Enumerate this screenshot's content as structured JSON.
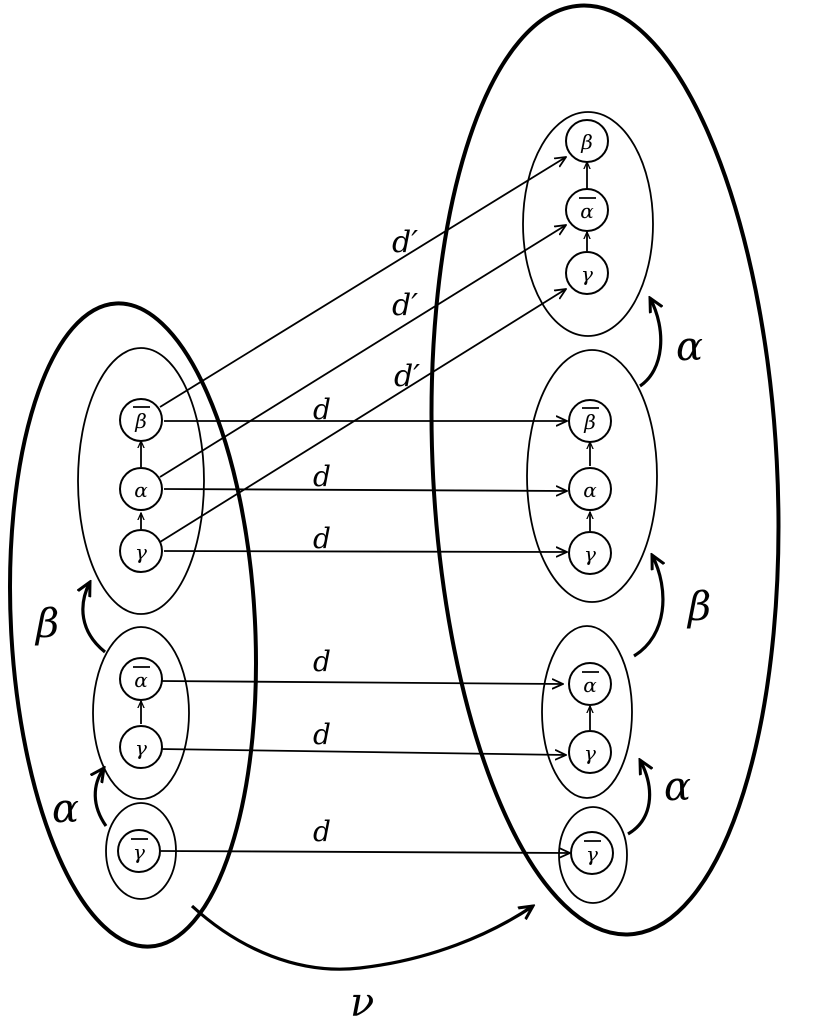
{
  "nodes": {
    "l_top_beta_bar": "β",
    "l_top_alpha": "α",
    "l_top_gamma": "γ",
    "l_mid_alpha_bar": "α",
    "l_mid_gamma": "γ",
    "l_bot_gamma_bar": "γ",
    "r_top_beta": "β",
    "r_top_alpha_bar": "α",
    "r_top_gamma": "γ",
    "r_mid_beta_bar": "β",
    "r_mid_alpha": "α",
    "r_mid_gamma": "γ",
    "r_low_alpha_bar": "α",
    "r_low_gamma": "γ",
    "r_bot_gamma_bar": "γ"
  },
  "edge_labels": {
    "d_prime": "d′",
    "d": "d"
  },
  "curve_labels": {
    "left_beta": "β",
    "left_alpha": "α",
    "right_alpha_top": "α",
    "right_beta": "β",
    "right_alpha_bottom": "α",
    "nu": "ν"
  }
}
